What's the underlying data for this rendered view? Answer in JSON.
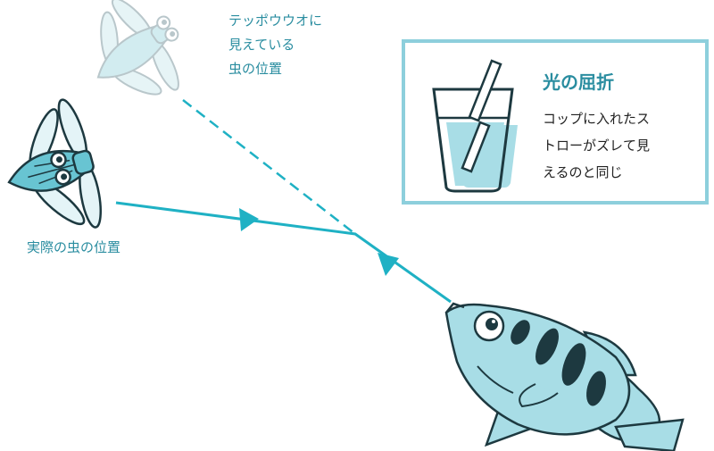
{
  "labels": {
    "apparent_position": "テッポウウオに\n見えている\n虫の位置",
    "actual_position": "実際の虫の位置"
  },
  "refraction_box": {
    "title": "光の屈折",
    "description": "コップに入れたス\nトローがズレて見\nえるのと同じ"
  },
  "colors": {
    "accent": "#2a8da0",
    "line": "#1fb1c4",
    "box_border": "#8dcfdc",
    "fish_body": "#a8dde6",
    "insect_real": "#68c4d2",
    "insect_apparent": "#d2ecf0"
  }
}
